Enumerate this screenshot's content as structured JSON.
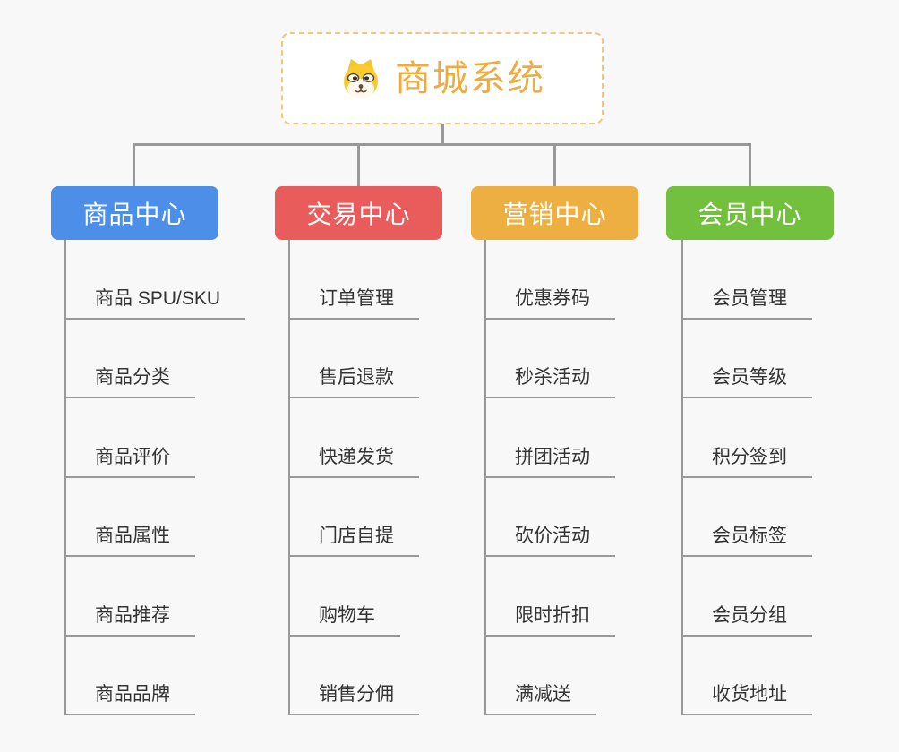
{
  "root": {
    "title": "商城系统",
    "icon": "dog-face-icon"
  },
  "branches": [
    {
      "label": "商品中心",
      "color": "#4d8fe8",
      "children": [
        "商品 SPU/SKU",
        "商品分类",
        "商品评价",
        "商品属性",
        "商品推荐",
        "商品品牌"
      ]
    },
    {
      "label": "交易中心",
      "color": "#e85c5c",
      "children": [
        "订单管理",
        "售后退款",
        "快递发货",
        "门店自提",
        "购物车",
        "销售分佣"
      ]
    },
    {
      "label": "营销中心",
      "color": "#edaf41",
      "children": [
        "优惠券码",
        "秒杀活动",
        "拼团活动",
        "砍价活动",
        "限时折扣",
        "满减送"
      ]
    },
    {
      "label": "会员中心",
      "color": "#73bf3e",
      "children": [
        "会员管理",
        "会员等级",
        "积分签到",
        "会员标签",
        "会员分组",
        "收货地址"
      ]
    }
  ],
  "colors": {
    "background": "#f8f8f8",
    "connector": "#999999",
    "root_title": "#f0ab40",
    "root_border": "#f3c77b",
    "leaf_text": "#333333"
  }
}
